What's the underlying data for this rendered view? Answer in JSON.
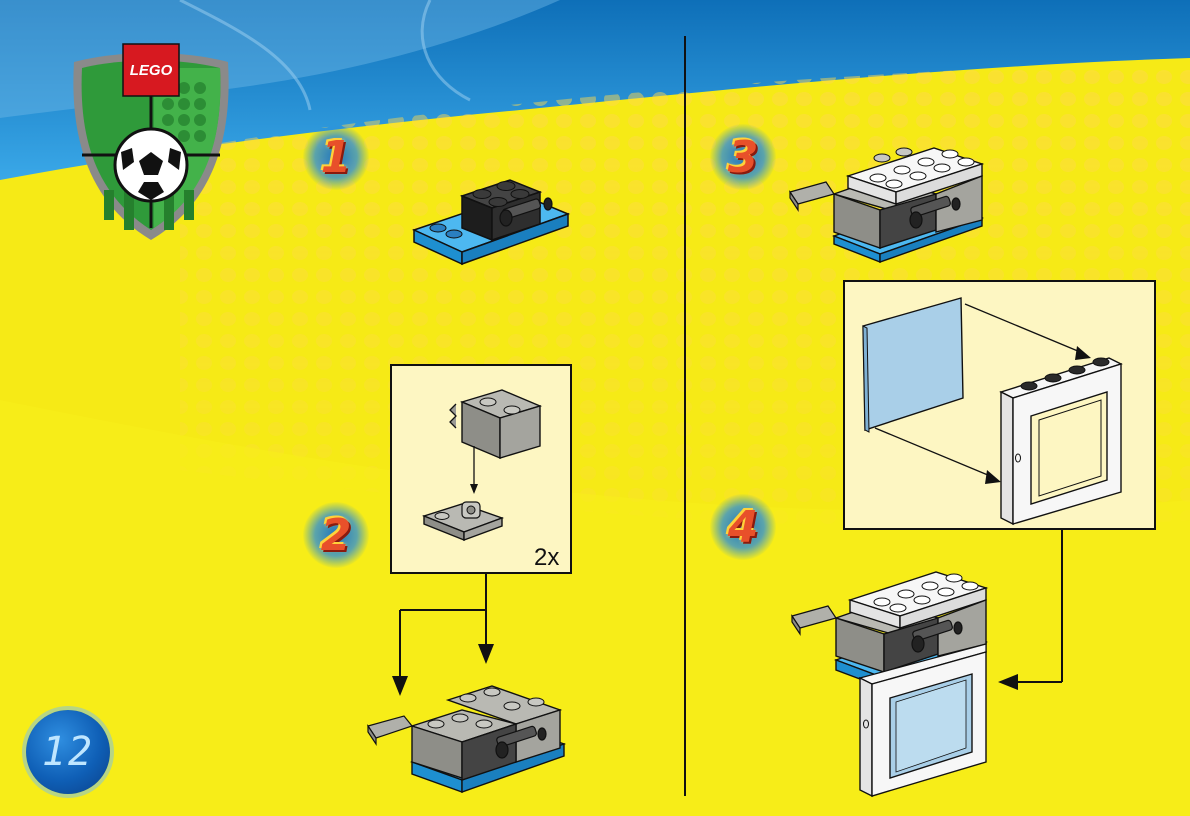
{
  "brand": {
    "logo_text": "LEGO"
  },
  "page_number": "12",
  "steps": [
    {
      "number": "1"
    },
    {
      "number": "2",
      "quantity": "2x"
    },
    {
      "number": "3"
    },
    {
      "number": "4"
    }
  ],
  "colors": {
    "background": "#f6ea16",
    "sky": "#1a8fd6",
    "step_number": "#e8502a",
    "logo_red": "#d71920",
    "shield_green": "#2f9a3a",
    "brick_gray": "#8e8e88",
    "brick_black": "#2a2a2a",
    "brick_white": "#f7f7f7",
    "plate_blue": "#1e9be0",
    "glass": "#a9cfe8"
  }
}
